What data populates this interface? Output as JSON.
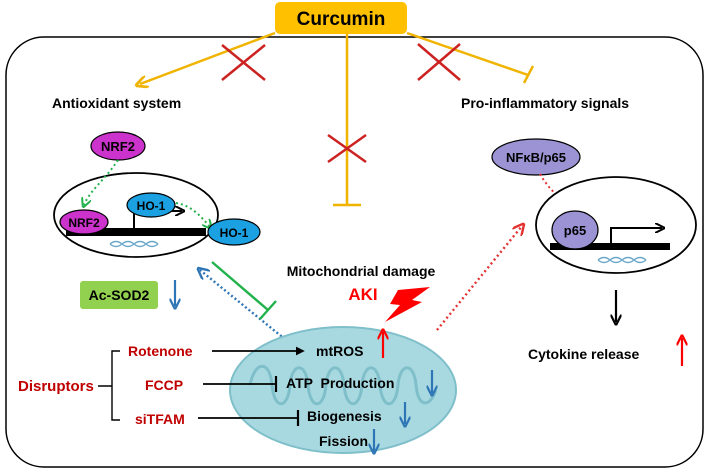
{
  "colors": {
    "curcumin_box": "#ffc000",
    "curcumin_line": "#f0b400",
    "cross": "#cc2222",
    "nrf2_fill": "#cc33cc",
    "ho1_fill": "#1ba1e2",
    "nfkb_fill": "#9b93d4",
    "acsod2_fill": "#92d050",
    "mito_fill": "#a9d9e0",
    "red_text": "#c00000",
    "up_arrow": "#ff0000",
    "down_arrow": "#2e75b6",
    "green_arrow": "#22b24c",
    "dotted_blue": "#2e75b6",
    "dotted_red": "#e53030"
  },
  "curcumin": {
    "label": "Curcumin"
  },
  "antioxidant": {
    "title": "Antioxidant system",
    "nrf2_cytoplasm": "NRF2",
    "nrf2_nucleus": "NRF2",
    "ho1_gene": "HO-1",
    "ho1_protein": "HO-1",
    "ac_sod2": "Ac-SOD2"
  },
  "inflammatory": {
    "title": "Pro-inflammatory signals",
    "nfkb": "NFκB/p65",
    "p65": "p65",
    "cytokine": "Cytokine release"
  },
  "mito": {
    "damage_title": "Mitochondrial damage",
    "aki": "AKI",
    "mtros": "mtROS",
    "atp": "ATP  Production",
    "biogenesis": "Biogenesis",
    "fission": "Fission"
  },
  "disruptors": {
    "label": "Disruptors",
    "rotenone": "Rotenone",
    "fccp": "FCCP",
    "sitfam": "siTFAM"
  }
}
